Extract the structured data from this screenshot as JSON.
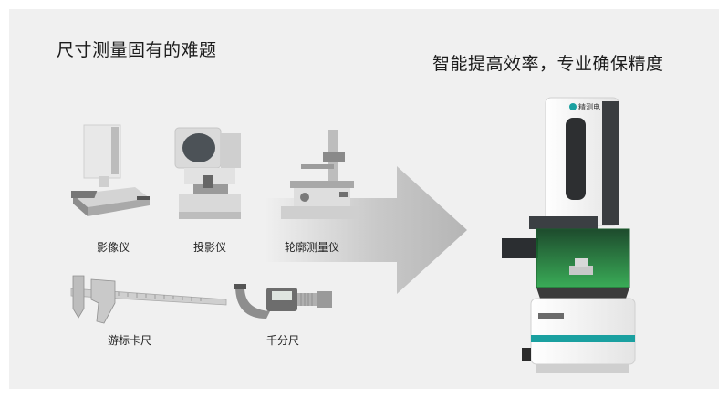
{
  "headline_left": "尺寸测量固有的难题",
  "headline_right": "智能提高效率，专业确保精度",
  "instruments": [
    {
      "name": "影像仪"
    },
    {
      "name": "投影仪"
    },
    {
      "name": "轮廓测量仪"
    },
    {
      "name": "游标卡尺"
    },
    {
      "name": "千分尺"
    }
  ],
  "machine_logo": "精测电",
  "colors": {
    "arrow": "#b9b9b9",
    "machine_green": "#1e8f3c",
    "accent_teal": "#1aa0a0"
  }
}
